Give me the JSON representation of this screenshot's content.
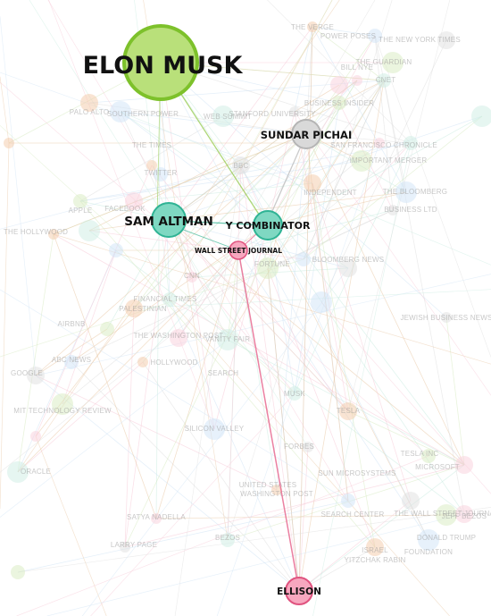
{
  "graph": {
    "main_nodes": [
      {
        "id": "elon",
        "label": "ELON MUSK",
        "color": "#b9e07a",
        "stroke": "#7dc12b"
      },
      {
        "id": "sundar",
        "label": "SUNDAR PICHAI",
        "color": "#d9d9d9",
        "stroke": "#b5b5b5"
      },
      {
        "id": "altman",
        "label": "SAM ALTMAN",
        "color": "#7fd8c2",
        "stroke": "#2fb394"
      },
      {
        "id": "yc",
        "label": "Y COMBINATOR",
        "color": "#7fd8c2",
        "stroke": "#2fb394"
      },
      {
        "id": "wsj",
        "label": "WALL STREET JOURNAL",
        "color": "#f7a7bf",
        "stroke": "#e0537f"
      },
      {
        "id": "ellison",
        "label": "ELLISON",
        "color": "#f7a7bf",
        "stroke": "#e0537f"
      }
    ],
    "faint_labels": [
      "THE VERGE",
      "POWER POSES",
      "THE NEW YORK TIMES",
      "THE GUARDIAN",
      "BILL NYE",
      "CNET",
      "PALO ALTO",
      "SOUTHERN POWER",
      "STANFORD UNIVERSITY",
      "BUSINESS INSIDER",
      "WEB SUMMIT",
      "THE TIMES",
      "TWITTER",
      "BBC",
      "SAN FRANCISCO CHRONICLE",
      "IMPORTANT MERGER",
      "INDEPENDENT",
      "THE BLOOMBERG",
      "BUSINESS LTD",
      "APPLE",
      "FACEBOOK",
      "THE HOLLYWOOD",
      "BLOOMBERG NEWS",
      "FORTUNE",
      "CNN",
      "FINANCIAL TIMES",
      "PALESTINIAN",
      "JEWISH BUSINESS NEWS",
      "AIRBNB",
      "THE WASHINGTON POST",
      "VANITY FAIR",
      "HOLLYWOOD",
      "ABC NEWS",
      "MIT TECHNOLOGY REVIEW",
      "MUSK",
      "TESLA",
      "SILICON VALLEY",
      "FORBES",
      "TESLA INC",
      "MICROSOFT",
      "SUN MICROSYSTEMS",
      "WASHINGTON POST",
      "SEARCH CENTER",
      "THE WALL STREET JOURNAL",
      "SATYA NADELLA",
      "BEZOS",
      "ISRAEL",
      "DONALD TRUMP",
      "LARRY PAGE",
      "JEFF BEZOS",
      "ORACLE",
      "FOUNDATION",
      "YITZCHAK RABIN",
      "GOOGLE",
      "SEARCH",
      "UNITED STATES"
    ]
  }
}
